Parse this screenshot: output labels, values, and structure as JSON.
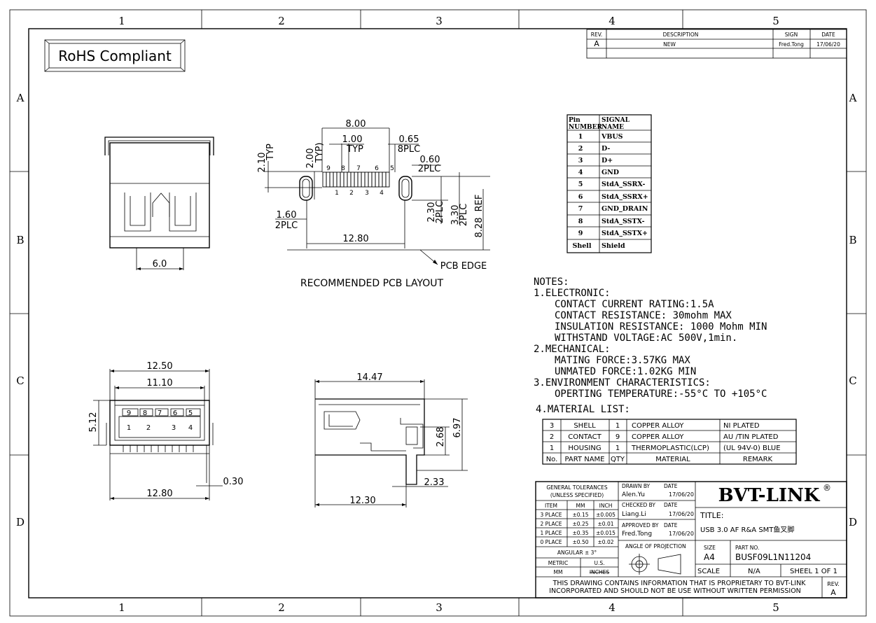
{
  "border": {
    "col_labels": [
      "1",
      "2",
      "3",
      "4",
      "5"
    ],
    "row_labels": [
      "A",
      "B",
      "C",
      "D"
    ]
  },
  "rohs": "RoHS Compliant",
  "revision": {
    "headers": [
      "REV.",
      "DESCRIPTION",
      "SIGN",
      "DATE"
    ],
    "rows": [
      [
        "A",
        "NEW",
        "Fred.Tong",
        "17/06/20"
      ]
    ]
  },
  "pcb": {
    "title": "RECOMMENDED PCB LAYOUT",
    "dims": {
      "d800": "8.00",
      "d100": "1.00",
      "typ1": "TYP",
      "d065": "0.65",
      "plc8": "8PLC",
      "d060": "0.60",
      "plc2a": "2PLC",
      "d210": "2.10",
      "typ2": "TYP",
      "d200": "2.00",
      "typ3": "TYP)",
      "d160": "1.60",
      "plc2b": "2PLC",
      "d1280": "12.80",
      "d230": "2.30",
      "plc2c": "2PLC",
      "d330": "3.30",
      "plc2d": "2PLC",
      "d828": "8.28",
      "ref": "REF",
      "edge": "PCB EDGE"
    },
    "top_pins": [
      "9",
      "8",
      "7",
      "6",
      "5"
    ],
    "bottom_pins": [
      "1",
      "2",
      "3",
      "4"
    ]
  },
  "front_view": {
    "d60": "6.0"
  },
  "bottom_view": {
    "d1250": "12.50",
    "d1110": "11.10",
    "d512": "5.12",
    "d1280": "12.80",
    "d030": "0.30",
    "top_pins": [
      "9",
      "8",
      "7",
      "6",
      "5"
    ],
    "bottom_pins": [
      "1",
      "2",
      "3",
      "4"
    ]
  },
  "side_view": {
    "d1447": "14.47",
    "d697": "6.97",
    "d268": "2.68",
    "d233": "2.33",
    "d1230": "12.30"
  },
  "pin_table": {
    "header_pin_1": "Pin",
    "header_pin_2": "NUMBER",
    "header_sig_1": "SIGNAL",
    "header_sig_2": "NAME",
    "rows": [
      [
        "1",
        "VBUS"
      ],
      [
        "2",
        "D-"
      ],
      [
        "3",
        "D+"
      ],
      [
        "4",
        "GND"
      ],
      [
        "5",
        "StdA_SSRX-"
      ],
      [
        "6",
        "StdA_SSRX+"
      ],
      [
        "7",
        "GND_DRAIN"
      ],
      [
        "8",
        "StdA_SSTX-"
      ],
      [
        "9",
        "StdA_SSTX+"
      ],
      [
        "Shell",
        "Shield"
      ]
    ]
  },
  "notes": {
    "lines": [
      "NOTES:",
      "1.ELECTRONIC:",
      "CONTACT CURRENT RATING:1.5A",
      "CONTACT RESISTANCE: 30mohm MAX",
      "INSULATION RESISTANCE: 1000 Mohm MIN",
      "WITHSTAND VOLTAGE:AC 500V,1min.",
      "2.MECHANICAL:",
      "MATING FORCE:3.57KG MAX",
      "UNMATED FORCE:1.02KG MIN",
      "3.ENVIRONMENT CHARACTERISTICS:",
      "OPERTING TEMPERATURE:-55°C TO +105°C",
      "4.MATERIAL LIST:"
    ]
  },
  "material": {
    "rows": [
      [
        "3",
        "SHELL",
        "1",
        "COPPER ALLOY",
        "NI PLATED"
      ],
      [
        "2",
        "CONTACT",
        "9",
        "COPPER ALLOY",
        "AU /TIN PLATED"
      ],
      [
        "1",
        "HOUSING",
        "1",
        "THERMOPLASTIC(LCP)",
        "(UL 94V-0) BLUE"
      ]
    ],
    "headers": [
      "No.",
      "PART NAME",
      "QTY",
      "MATERIAL",
      "REMARK"
    ]
  },
  "title_block": {
    "gen_tol_1": "GENERAL TOLERANCES",
    "gen_tol_2": "(UNLESS SPECIFIED)",
    "tol_headers": [
      "ITEM",
      "MM",
      "INCH"
    ],
    "tol_rows": [
      [
        "3 PLACE",
        "±0.15",
        "±0.005"
      ],
      [
        "2 PLACE",
        "±0.25",
        "±0.01"
      ],
      [
        "1 PLACE",
        "±0.35",
        "±0.015"
      ],
      [
        "0 PLACE",
        "±0.50",
        "±0.02"
      ]
    ],
    "angular": "ANGULAR ± 3°",
    "metric": "METRIC",
    "us": "U.S.",
    "mm": "MM",
    "inches": "INCHES",
    "drawn_by": "DRAWN BY",
    "drawn_name": "Alen.Yu",
    "checked_by": "CHECKED BY",
    "checked_name": "Liang.Li",
    "approved_by": "APPROVED BY",
    "approved_name": "Fred.Tong",
    "date_label": "DATE",
    "date_val": "17/06/20",
    "angle_proj": "ANGLE OF PROJECTION",
    "company": "BVT-LINK",
    "reg": "®",
    "title_label": "TITLE:",
    "title_val": "USB 3.0 AF R&A SMT鱼叉脚",
    "size_label": "SIZE",
    "size_val": "A4",
    "part_label": "PART NO.",
    "part_val": "BUSF09L1N11204",
    "scale_label": "SCALE",
    "scale_val": "N/A",
    "sheet_val": "SHEEL 1 OF 1",
    "footer_1": "THIS DRAWING CONTAINS INFORMATION THAT IS PROPRIETARY TO BVT-LINK",
    "footer_2": "INCORPORATED AND SHOULD NOT BE USE WITHOUT WRITTEN PERMISSION",
    "rev_label": "REV.",
    "rev_val": "A"
  }
}
